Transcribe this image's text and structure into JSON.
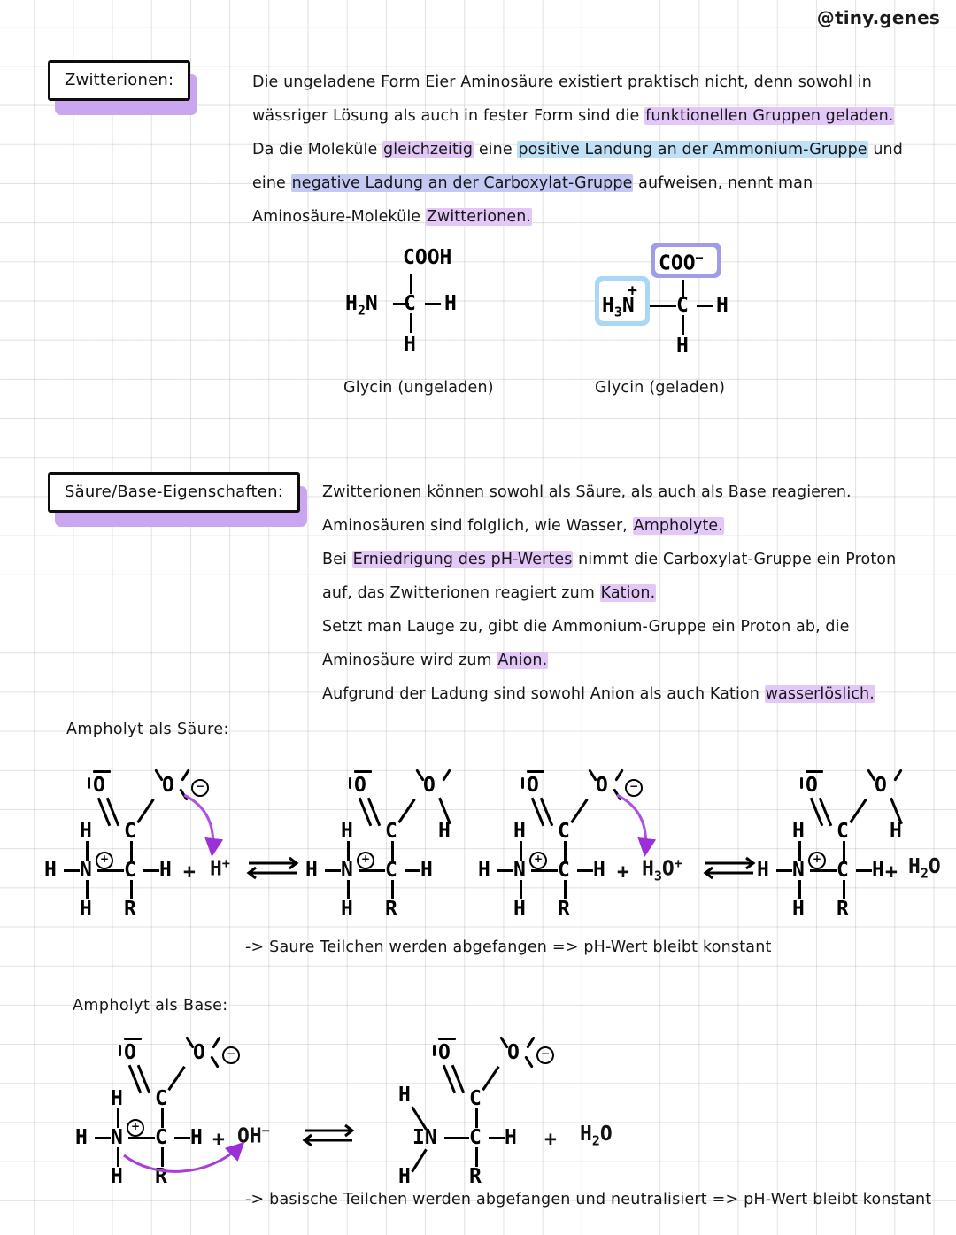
{
  "page": {
    "handle": "@tiny.genes",
    "background": "#ffffff",
    "grid_color": "#c6c6cd",
    "highlight_purple": "#e3c7f6",
    "highlight_blue": "#bfe0f5",
    "highlight_periwinkle": "#c3c9f2",
    "accent_arrow": "#9b30d9"
  },
  "section1": {
    "title": "Zwitterionen:",
    "paragraph_lines": [
      [
        {
          "t": "Die ungeladene Form Eier Aminosäure existiert praktisch nicht, denn sowohl in",
          "h": "none"
        }
      ],
      [
        {
          "t": "wässriger Lösung als auch in fester Form sind die ",
          "h": "none"
        },
        {
          "t": "funktionellen Gruppen geladen.",
          "h": "purple"
        }
      ],
      [
        {
          "t": "Da die Moleküle ",
          "h": "none"
        },
        {
          "t": "gleichzeitig",
          "h": "purple"
        },
        {
          "t": " eine ",
          "h": "none"
        },
        {
          "t": "positive Landung an der Ammonium-Gruppe",
          "h": "blue"
        },
        {
          "t": " und",
          "h": "none"
        }
      ],
      [
        {
          "t": "eine ",
          "h": "none"
        },
        {
          "t": "negative Ladung an der Carboxylat-Gruppe",
          "h": "periwinkle"
        },
        {
          "t": " aufweisen, nennt man",
          "h": "none"
        }
      ],
      [
        {
          "t": "Aminosäure-Moleküle ",
          "h": "none"
        },
        {
          "t": "Zwitterionen.",
          "h": "purple"
        }
      ]
    ],
    "molecule_left": {
      "top": "COOH",
      "left": "H₂N",
      "center": "C",
      "right": "H",
      "bottom": "H",
      "caption": "Glycin (ungeladen)"
    },
    "molecule_right": {
      "top": "COO⁻",
      "top_box_color": "#9f9de8",
      "left": "H₃N",
      "left_charge": "+",
      "left_box_color": "#a9d8f5",
      "center": "C",
      "right": "H",
      "bottom": "H",
      "caption": "Glycin (geladen)"
    }
  },
  "section2": {
    "title": "Säure/Base-Eigenschaften:",
    "paragraph_lines": [
      [
        {
          "t": "Zwitterionen können sowohl als Säure, als auch als Base reagieren.",
          "h": "none"
        }
      ],
      [
        {
          "t": "Aminosäuren sind folglich, wie Wasser, ",
          "h": "none"
        },
        {
          "t": "Ampholyte.",
          "h": "purple"
        }
      ],
      [
        {
          "t": "Bei ",
          "h": "none"
        },
        {
          "t": "Erniedrigung des pH-Wertes",
          "h": "purple"
        },
        {
          "t": " nimmt die Carboxylat-Gruppe ein Proton",
          "h": "none"
        }
      ],
      [
        {
          "t": "auf, das Zwitterionen reagiert zum ",
          "h": "none"
        },
        {
          "t": "Kation.",
          "h": "purple"
        }
      ],
      [
        {
          "t": "Setzt man Lauge zu, gibt die Ammonium-Gruppe ein Proton ab, die",
          "h": "none"
        }
      ],
      [
        {
          "t": "Aminosäure wird zum ",
          "h": "none"
        },
        {
          "t": "Anion.",
          "h": "purple"
        }
      ],
      [
        {
          "t": "Aufgrund der Ladung sind sowohl Anion als auch Kation ",
          "h": "none"
        },
        {
          "t": "wasserlöslich.",
          "h": "purple"
        }
      ]
    ]
  },
  "scheme_acid": {
    "label": "Ampholyt als Säure:",
    "caption": "-> Saure Teilchen werden abgefangen => pH-Wert bleibt konstant",
    "reaction1": {
      "reactant": {
        "o_left": "O",
        "o_right": "O",
        "o_right_charge": "⊖",
        "c_carboxyl": "C",
        "n": "N",
        "n_charge": "⊕",
        "h_left": "H",
        "h_top": "H",
        "h_bottom": "H",
        "c_alpha": "C",
        "h_alpha": "H",
        "r": "R"
      },
      "plus": "+",
      "acid": "H⁺",
      "arrow": "equilibrium",
      "product": {
        "o_left": "O",
        "o_right": "O",
        "o_right_h": "H",
        "c_carboxyl": "C",
        "n": "N",
        "n_charge": "⊕",
        "h_left": "H",
        "h_top": "H",
        "h_bottom": "H",
        "c_alpha": "C",
        "h_alpha": "H",
        "r": "R"
      }
    },
    "reaction2": {
      "reactant": {
        "o_left": "O",
        "o_right": "O",
        "o_right_charge": "⊖",
        "c_carboxyl": "C",
        "n": "N",
        "n_charge": "⊕",
        "h_left": "H",
        "h_top": "H",
        "h_bottom": "H",
        "c_alpha": "C",
        "h_alpha": "H",
        "r": "R"
      },
      "plus": "+",
      "acid": "H₃O⁺",
      "arrow": "equilibrium",
      "product": {
        "o_left": "O",
        "o_right": "O",
        "o_right_h": "H",
        "c_carboxyl": "C",
        "n": "N",
        "n_charge": "⊕",
        "h_left": "H",
        "h_top": "H",
        "h_bottom": "H",
        "c_alpha": "C",
        "h_alpha": "H",
        "r": "R"
      },
      "product_plus": "+",
      "byproduct": "H₂O"
    }
  },
  "scheme_base": {
    "label": "Ampholyt als Base:",
    "caption": "-> basische Teilchen werden abgefangen und neutralisiert => pH-Wert bleibt konstant",
    "reaction": {
      "reactant": {
        "o_left": "O",
        "o_right": "O",
        "o_right_charge": "⊖",
        "c_carboxyl": "C",
        "n": "N",
        "n_charge": "⊕",
        "h_left": "H",
        "h_top": "H",
        "h_bottom": "H",
        "c_alpha": "C",
        "h_alpha": "H",
        "r": "R"
      },
      "plus": "+",
      "base": "OH⁻",
      "arrow": "equilibrium",
      "product": {
        "o_left": "O",
        "o_right": "O",
        "o_right_charge": "⊖",
        "c_carboxyl": "C",
        "n": "IN",
        "h_top": "H",
        "h_bottom": "H",
        "c_alpha": "C",
        "h_alpha": "H",
        "r": "R"
      },
      "product_plus": "+",
      "byproduct": "H₂O"
    }
  }
}
